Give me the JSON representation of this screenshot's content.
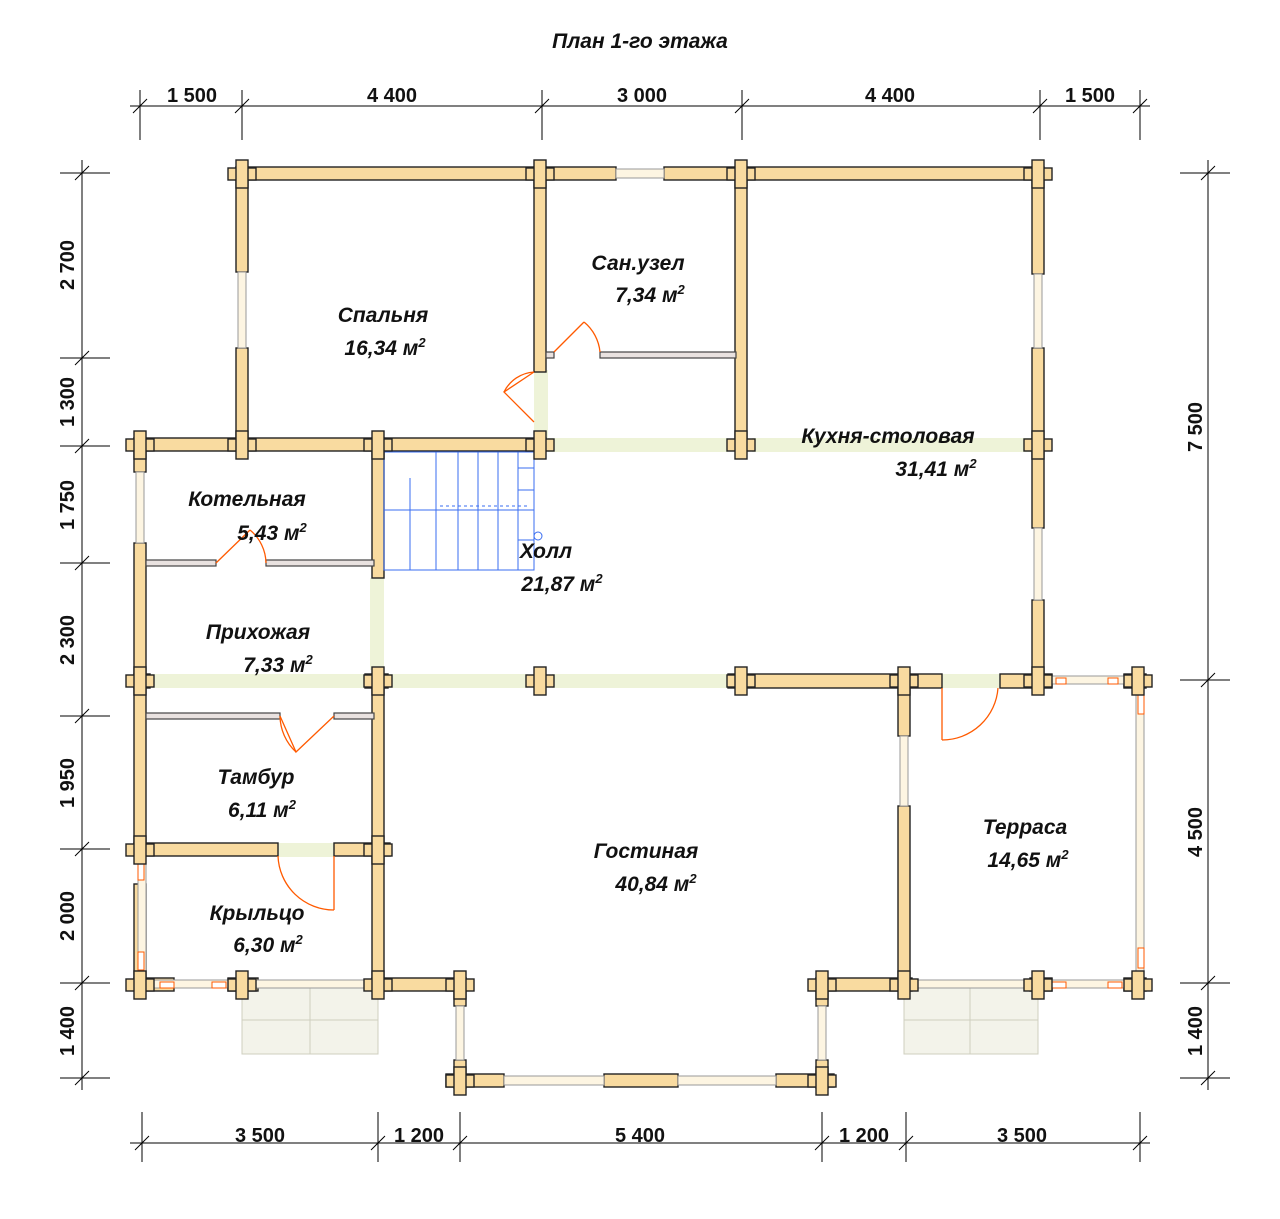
{
  "title": "План 1-го этажа",
  "dims": {
    "top": [
      "1 500",
      "4 400",
      "3 000",
      "4 400",
      "1 500"
    ],
    "bottom": [
      "3 500",
      "1 200",
      "5 400",
      "1 200",
      "3 500"
    ],
    "left": [
      "2 700",
      "1 300",
      "1 750",
      "2 300",
      "1 950",
      "2 000",
      "1 400"
    ],
    "right": [
      "7 500",
      "4 500",
      "1 400"
    ]
  },
  "rooms": {
    "bedroom": {
      "name": "Спальня",
      "area": "16,34 м"
    },
    "bath": {
      "name": "Сан.узел",
      "area": "7,34 м"
    },
    "kitchen": {
      "name": "Кухня-столовая",
      "area": "31,41 м"
    },
    "boiler": {
      "name": "Котельная",
      "area": "5,43 м"
    },
    "hall": {
      "name": "Холл",
      "area": "21,87 м"
    },
    "entry": {
      "name": "Прихожая",
      "area": "7,33 м"
    },
    "vestibule": {
      "name": "Тамбур",
      "area": "6,11 м"
    },
    "living": {
      "name": "Гостиная",
      "area": "40,84 м"
    },
    "terrace": {
      "name": "Терраса",
      "area": "14,65 м"
    },
    "porch": {
      "name": "Крыльцо",
      "area": "6,30 м"
    }
  },
  "area_sup": "2",
  "colors": {
    "wall": "#f9dba0",
    "door": "#ff5a00",
    "stair": "#3a6df0",
    "opening": "#eef3d8"
  }
}
